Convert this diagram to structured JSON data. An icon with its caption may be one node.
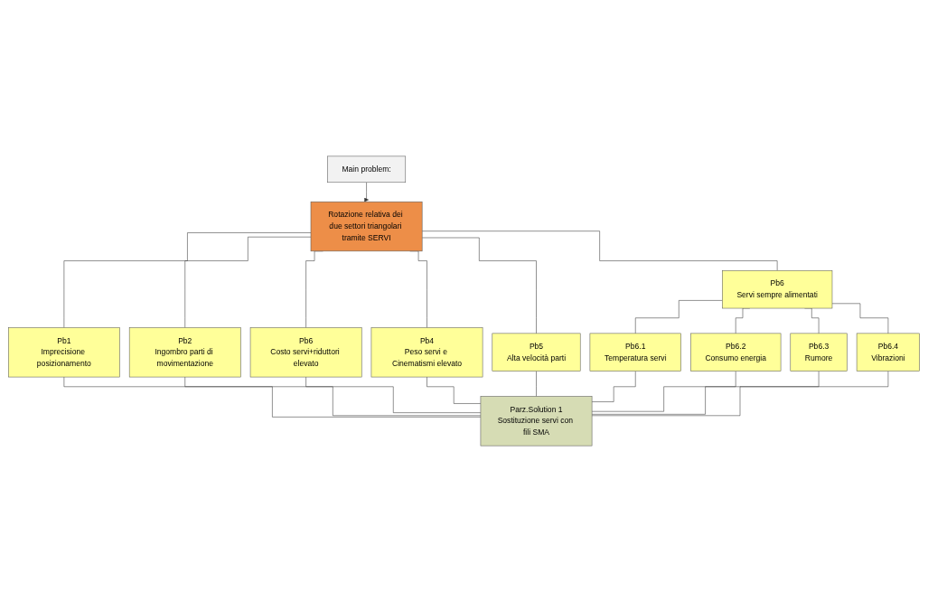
{
  "diagram": {
    "nodes": [
      {
        "text": [
          "Main problem:"
        ]
      },
      {
        "text": [
          "Rotazione relativa dei due settori triangolari tramite SERVI"
        ]
      },
      {
        "text": [
          "Pb1",
          "Imprecisione posizionamento"
        ]
      },
      {
        "text": [
          "Pb2",
          "Ingombro parti di movimentazione"
        ]
      },
      {
        "text": [
          "Pb6",
          "Costo servi+riduttori elevato"
        ]
      },
      {
        "text": [
          "Pb4",
          "Peso servi e Cinematismi elevato"
        ]
      },
      {
        "text": [
          "Pb5",
          "Alta velocità parti"
        ]
      },
      {
        "text": [
          "Pb6",
          "Servi sempre alimentati"
        ]
      },
      {
        "text": [
          "Pb6.1",
          "Temperatura servi"
        ]
      },
      {
        "text": [
          "Pb6.2",
          "Consumo energia"
        ]
      },
      {
        "text": [
          "Pb6.3",
          "Rumore"
        ]
      },
      {
        "text": [
          "Pb6.4",
          "Vibrazioni"
        ]
      },
      {
        "text": [
          "Parz.Solution 1",
          "Sostituzione servi con fili SMA"
        ]
      }
    ],
    "edges": [
      {
        "from": 0,
        "to": 1,
        "arrow": "to"
      },
      {
        "from": 1,
        "to": 2,
        "arrow": "none"
      },
      {
        "from": 1,
        "to": 3,
        "arrow": "none"
      },
      {
        "from": 1,
        "to": 4,
        "arrow": "none"
      },
      {
        "from": 1,
        "to": 5,
        "arrow": "none"
      },
      {
        "from": 1,
        "to": 6,
        "arrow": "none"
      },
      {
        "from": 1,
        "to": 7,
        "arrow": "none"
      },
      {
        "from": 2,
        "to": 12,
        "arrow": "none"
      },
      {
        "from": 3,
        "to": 12,
        "arrow": "none"
      },
      {
        "from": 4,
        "to": 12,
        "arrow": "none"
      },
      {
        "from": 5,
        "to": 12,
        "arrow": "none"
      },
      {
        "from": 6,
        "to": 12,
        "arrow": "none"
      },
      {
        "from": 7,
        "to": 8,
        "arrow": "none"
      },
      {
        "from": 7,
        "to": 9,
        "arrow": "none"
      },
      {
        "from": 7,
        "to": 10,
        "arrow": "none"
      },
      {
        "from": 7,
        "to": 11,
        "arrow": "none"
      },
      {
        "from": 8,
        "to": 12,
        "arrow": "none"
      },
      {
        "from": 9,
        "to": 12,
        "arrow": "none"
      },
      {
        "from": 10,
        "to": 12,
        "arrow": "none"
      },
      {
        "from": 11,
        "to": 12,
        "arrow": "none"
      }
    ]
  }
}
